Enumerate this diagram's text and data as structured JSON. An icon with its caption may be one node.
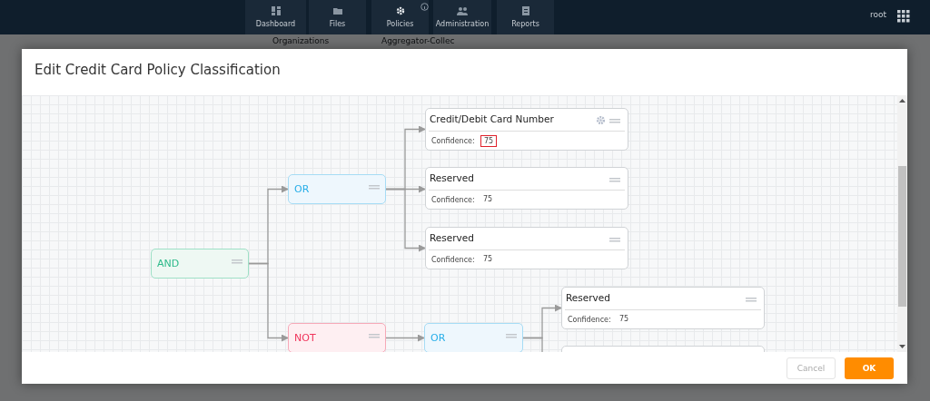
{
  "diagram": {
    "title": "Edit Credit Card Policy Classification",
    "nodes": [
      {
        "text": [
          "AND"
        ]
      },
      {
        "text": [
          "OR"
        ]
      },
      {
        "text": [
          "NOT"
        ]
      },
      {
        "text": [
          "Credit/Debit Card Number",
          "Confidence:",
          "75"
        ]
      },
      {
        "text": [
          "Reserved",
          "Confidence:",
          "75"
        ]
      },
      {
        "text": [
          "Reserved",
          "Confidence:",
          "75"
        ]
      },
      {
        "text": [
          "OR"
        ]
      },
      {
        "text": [
          "Reserved",
          "Confidence:",
          "75"
        ]
      },
      {
        "text": [],
        "shape": "box"
      }
    ],
    "edges": [
      {
        "from": 0,
        "to": 1,
        "arrow": "to"
      },
      {
        "from": 0,
        "to": 2,
        "arrow": "to"
      },
      {
        "from": 1,
        "to": 3,
        "arrow": "to"
      },
      {
        "from": 1,
        "to": 4,
        "arrow": "to"
      },
      {
        "from": 1,
        "to": 5,
        "arrow": "to"
      },
      {
        "from": 2,
        "to": 6,
        "arrow": "to"
      },
      {
        "from": 6,
        "to": 7,
        "arrow": "to"
      },
      {
        "from": 6,
        "to": 8,
        "arrow": "to"
      }
    ],
    "labels": [
      "Dashboard",
      "Files",
      "Policies",
      "Administration",
      "Reports",
      "root",
      "Organizations",
      "Aggregator-Collec",
      "Cancel",
      "OK"
    ]
  }
}
